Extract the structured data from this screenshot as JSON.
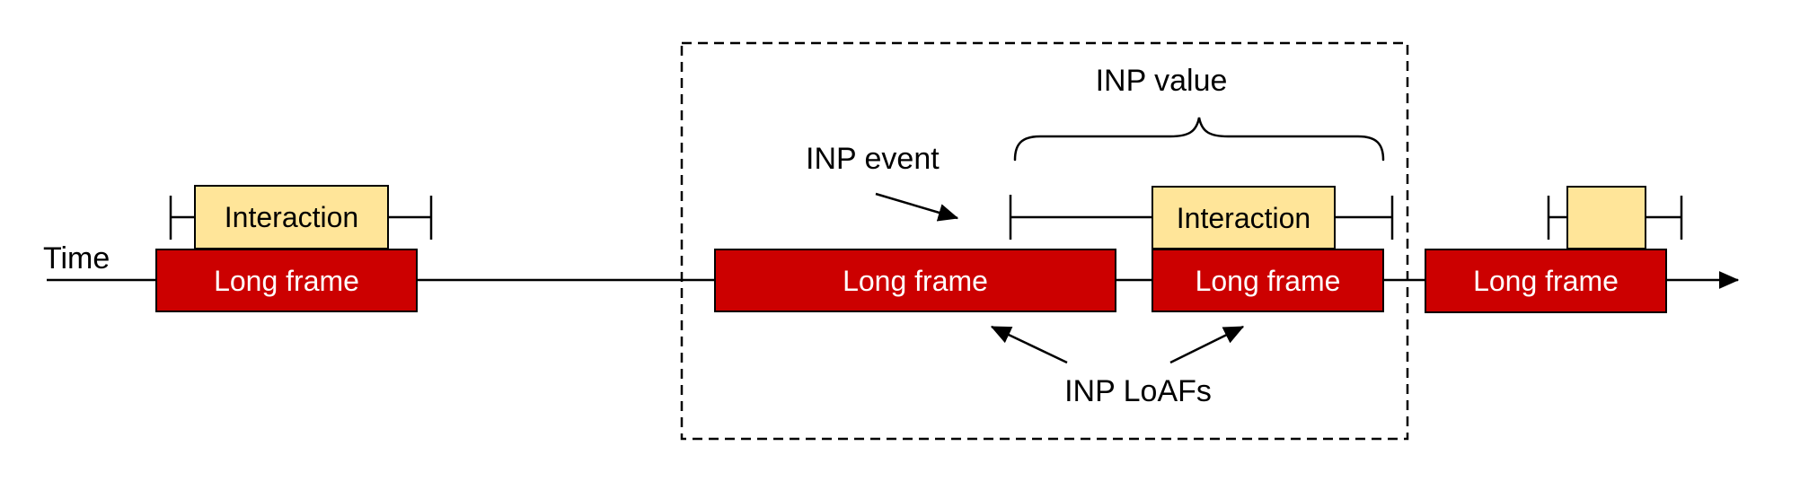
{
  "colors": {
    "frame-red": "#cc0000",
    "interaction-yellow": "#ffe599",
    "line-black": "#000000",
    "frame-text": "#ffffff",
    "background": "#ffffff"
  },
  "timeline": {
    "label": "Time"
  },
  "frames": [
    {
      "label": "Long frame"
    },
    {
      "label": "Long frame"
    },
    {
      "label": "Long frame"
    },
    {
      "label": "Long frame"
    }
  ],
  "interactions": [
    {
      "label": "Interaction"
    },
    {
      "label": "Interaction"
    },
    {
      "label": ""
    }
  ],
  "annotations": {
    "inp_event": "INP event",
    "inp_value": "INP value",
    "inp_loafs": "INP LoAFs"
  }
}
